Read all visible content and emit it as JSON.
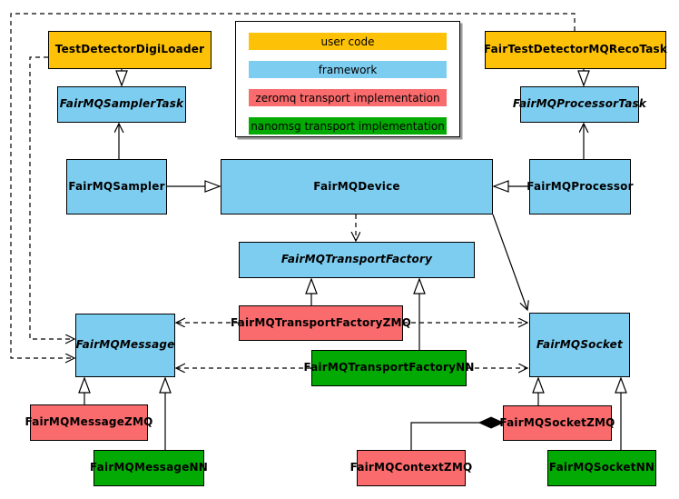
{
  "palette": {
    "user_code": "#FDC107",
    "framework": "#7DCDF0",
    "zeromq": "#F96B6D",
    "nanomsg": "#03AA03",
    "line": "#000000"
  },
  "legend": {
    "items": [
      {
        "label": "user code",
        "category": "user_code"
      },
      {
        "label": "framework",
        "category": "framework"
      },
      {
        "label": "zeromq transport implementation",
        "category": "zeromq"
      },
      {
        "label": "nanomsg transport implementation",
        "category": "nanomsg"
      }
    ]
  },
  "nodes": {
    "testDetectorDigiLoader": {
      "label": "TestDetectorDigiLoader",
      "category": "user_code",
      "abstract": false
    },
    "fairTestDetectorMQRecoTask": {
      "label": "FairTestDetectorMQRecoTask",
      "category": "user_code",
      "abstract": false
    },
    "fairMQSamplerTask": {
      "label": "FairMQSamplerTask",
      "category": "framework",
      "abstract": true
    },
    "fairMQProcessorTask": {
      "label": "FairMQProcessorTask",
      "category": "framework",
      "abstract": true
    },
    "fairMQSampler": {
      "label": "FairMQSampler",
      "category": "framework",
      "abstract": false
    },
    "fairMQDevice": {
      "label": "FairMQDevice",
      "category": "framework",
      "abstract": false
    },
    "fairMQProcessor": {
      "label": "FairMQProcessor",
      "category": "framework",
      "abstract": false
    },
    "fairMQTransportFactory": {
      "label": "FairMQTransportFactory",
      "category": "framework",
      "abstract": true
    },
    "fairMQTransportFactoryZMQ": {
      "label": "FairMQTransportFactoryZMQ",
      "category": "zeromq",
      "abstract": false
    },
    "fairMQTransportFactoryNN": {
      "label": "FairMQTransportFactoryNN",
      "category": "nanomsg",
      "abstract": false
    },
    "fairMQMessage": {
      "label": "FairMQMessage",
      "category": "framework",
      "abstract": true
    },
    "fairMQSocket": {
      "label": "FairMQSocket",
      "category": "framework",
      "abstract": true
    },
    "fairMQMessageZMQ": {
      "label": "FairMQMessageZMQ",
      "category": "zeromq",
      "abstract": false
    },
    "fairMQMessageNN": {
      "label": "FairMQMessageNN",
      "category": "nanomsg",
      "abstract": false
    },
    "fairMQSocketZMQ": {
      "label": "FairMQSocketZMQ",
      "category": "zeromq",
      "abstract": false
    },
    "fairMQSocketNN": {
      "label": "FairMQSocketNN",
      "category": "nanomsg",
      "abstract": false
    },
    "fairMQContextZMQ": {
      "label": "FairMQContextZMQ",
      "category": "zeromq",
      "abstract": false
    }
  },
  "relationships": [
    {
      "from": "TestDetectorDigiLoader",
      "to": "FairMQSamplerTask",
      "type": "inheritance"
    },
    {
      "from": "FairTestDetectorMQRecoTask",
      "to": "FairMQProcessorTask",
      "type": "inheritance"
    },
    {
      "from": "FairMQSampler",
      "to": "FairMQDevice",
      "type": "inheritance"
    },
    {
      "from": "FairMQProcessor",
      "to": "FairMQDevice",
      "type": "inheritance"
    },
    {
      "from": "FairMQTransportFactoryZMQ",
      "to": "FairMQTransportFactory",
      "type": "inheritance"
    },
    {
      "from": "FairMQTransportFactoryNN",
      "to": "FairMQTransportFactory",
      "type": "inheritance"
    },
    {
      "from": "FairMQMessageZMQ",
      "to": "FairMQMessage",
      "type": "inheritance"
    },
    {
      "from": "FairMQMessageNN",
      "to": "FairMQMessage",
      "type": "inheritance"
    },
    {
      "from": "FairMQSocketZMQ",
      "to": "FairMQSocket",
      "type": "inheritance"
    },
    {
      "from": "FairMQSocketNN",
      "to": "FairMQSocket",
      "type": "inheritance"
    },
    {
      "from": "FairMQSampler",
      "to": "FairMQSamplerTask",
      "type": "association"
    },
    {
      "from": "FairMQProcessor",
      "to": "FairMQProcessorTask",
      "type": "association"
    },
    {
      "from": "FairMQDevice",
      "to": "FairMQSocket",
      "type": "association"
    },
    {
      "from": "FairMQDevice",
      "to": "FairMQTransportFactory",
      "type": "dependency"
    },
    {
      "from": "TestDetectorDigiLoader",
      "to": "FairMQMessage",
      "type": "dependency"
    },
    {
      "from": "FairTestDetectorMQRecoTask",
      "to": "FairMQMessage",
      "type": "dependency"
    },
    {
      "from": "FairMQTransportFactoryZMQ",
      "to": "FairMQMessage",
      "type": "dependency"
    },
    {
      "from": "FairMQTransportFactoryZMQ",
      "to": "FairMQSocket",
      "type": "dependency"
    },
    {
      "from": "FairMQTransportFactoryNN",
      "to": "FairMQMessage",
      "type": "dependency"
    },
    {
      "from": "FairMQTransportFactoryNN",
      "to": "FairMQSocket",
      "type": "dependency"
    },
    {
      "from": "FairMQContextZMQ",
      "to": "FairMQSocketZMQ",
      "type": "composition"
    }
  ]
}
